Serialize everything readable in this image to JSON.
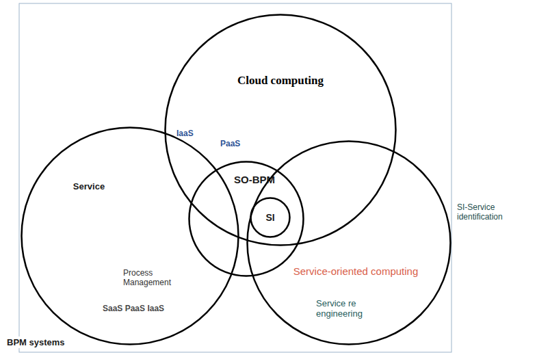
{
  "diagram": {
    "nodes": [
      {
        "text": [
          "Cloud computing"
        ]
      },
      {
        "text": [
          "Service"
        ]
      },
      {
        "text": [
          "SO-BPM"
        ]
      },
      {
        "text": [
          "SI"
        ],
        "in": 2
      },
      {
        "text": [
          "Service-oriented computing"
        ]
      }
    ],
    "labels": [
      "IaaS",
      "PaaS",
      "SI-Service identification",
      "Process Management",
      "SaaS PaaS IaaS",
      "BPM systems",
      "Service re engineering"
    ]
  }
}
